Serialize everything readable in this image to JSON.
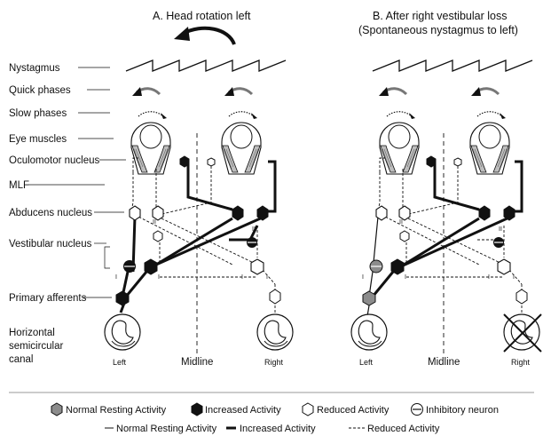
{
  "panel_a": {
    "title": "A.  Head rotation left"
  },
  "panel_b": {
    "title_line1": "B.  After right vestibular loss",
    "title_line2": "(Spontaneous nystagmus to left)"
  },
  "row_labels": {
    "nystagmus": "Nystagmus",
    "quick_phases": "Quick  phases",
    "slow_phases": "Slow  phases",
    "eye_muscles": "Eye muscles",
    "oculomotor_nucleus": "Oculomotor nucleus",
    "mlf": "MLF",
    "abducens_nucleus": "Abducens nucleus",
    "vestibular_nucleus": "Vestibular nucleus",
    "primary_afferents": "Primary afferents",
    "canal_line1": "Horizontal",
    "canal_line2": "semicircular",
    "canal_line3": "canal"
  },
  "bottom_labels": {
    "left": "Left",
    "midline": "Midline",
    "right": "Right"
  },
  "legend": {
    "normal_resting": "Normal Resting Activity",
    "increased": "Increased Activity",
    "reduced": "Reduced Activity",
    "inhibitory": "Inhibitory neuron",
    "line_normal": "Normal Resting Activity",
    "line_increased": "Increased Activity",
    "line_reduced": "Reduced Activity"
  },
  "colors": {
    "increased_fill": "#111111",
    "normal_fill": "#8c8c8c",
    "reduced_fill": "#ffffff",
    "stroke": "#111111"
  }
}
